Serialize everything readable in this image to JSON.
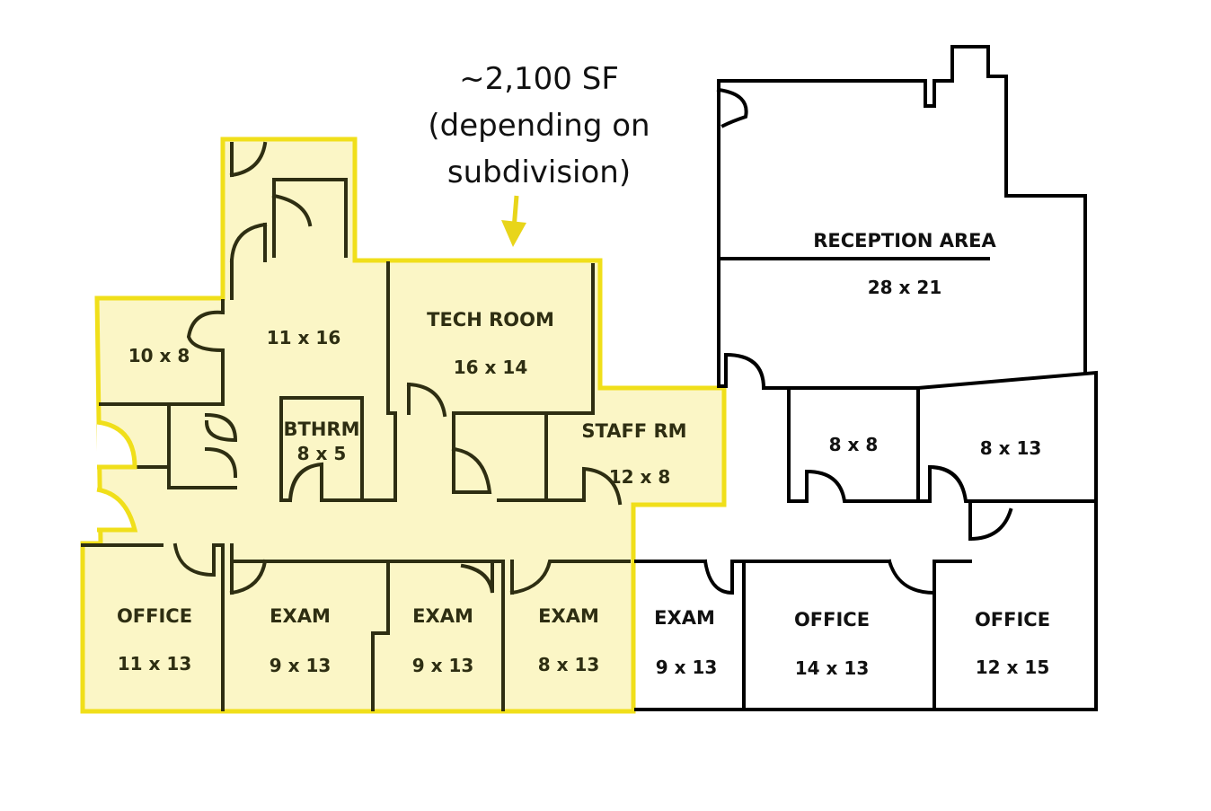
{
  "annotation": {
    "line1": "~2,100 SF",
    "line2": "(depending on",
    "line3": "subdivision)"
  },
  "colors": {
    "highlight_fill": "#fbf6c6",
    "highlight_outline": "#f0df1a",
    "arrow": "#e8d51a",
    "wall": "#2e2e12"
  },
  "highlighted_rooms": [
    {
      "name": "",
      "dim": "10 x 8"
    },
    {
      "name": "",
      "dim": "11 x 16"
    },
    {
      "name": "TECH ROOM",
      "dim": "16 x 14"
    },
    {
      "name": "BTHRM",
      "dim": "8 x 5"
    },
    {
      "name": "STAFF RM",
      "dim": "12 x 8"
    },
    {
      "name": "OFFICE",
      "dim": "11 x 13"
    },
    {
      "name": "EXAM",
      "dim": "9 x 13"
    },
    {
      "name": "EXAM",
      "dim": "9 x 13"
    },
    {
      "name": "EXAM",
      "dim": "8 x 13"
    }
  ],
  "other_rooms": [
    {
      "name": "RECEPTION AREA",
      "dim": "28 x 21"
    },
    {
      "name": "",
      "dim": "8 x 8"
    },
    {
      "name": "",
      "dim": "8 x 13"
    },
    {
      "name": "EXAM",
      "dim": "9 x 13"
    },
    {
      "name": "OFFICE",
      "dim": "14 x 13"
    },
    {
      "name": "OFFICE",
      "dim": "12 x 15"
    }
  ]
}
